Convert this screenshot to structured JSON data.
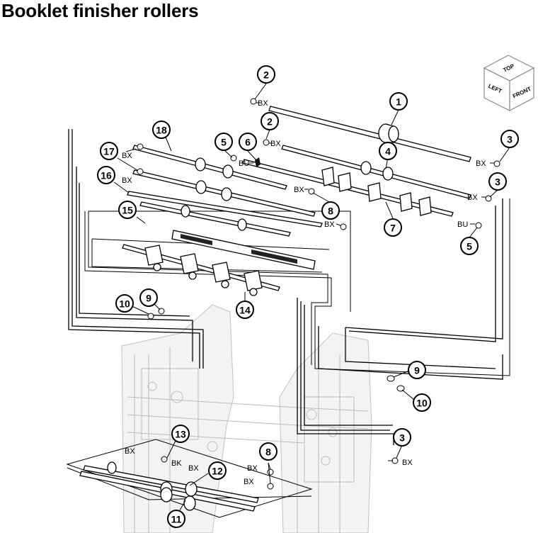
{
  "title": "Booklet finisher rollers",
  "orientation_cube": {
    "top": "TOP",
    "left": "LEFT",
    "front": "FRONT"
  },
  "callouts": [
    {
      "id": "c1",
      "num": "1"
    },
    {
      "id": "c2a",
      "num": "2"
    },
    {
      "id": "c2b",
      "num": "2"
    },
    {
      "id": "c3a",
      "num": "3"
    },
    {
      "id": "c3b",
      "num": "3"
    },
    {
      "id": "c3c",
      "num": "3"
    },
    {
      "id": "c4",
      "num": "4"
    },
    {
      "id": "c5a",
      "num": "5"
    },
    {
      "id": "c5b",
      "num": "5"
    },
    {
      "id": "c6",
      "num": "6"
    },
    {
      "id": "c7",
      "num": "7"
    },
    {
      "id": "c8a",
      "num": "8"
    },
    {
      "id": "c8b",
      "num": "8"
    },
    {
      "id": "c9a",
      "num": "9"
    },
    {
      "id": "c9b",
      "num": "9"
    },
    {
      "id": "c10a",
      "num": "10"
    },
    {
      "id": "c10b",
      "num": "10"
    },
    {
      "id": "c11",
      "num": "11"
    },
    {
      "id": "c12",
      "num": "12"
    },
    {
      "id": "c13",
      "num": "13"
    },
    {
      "id": "c14",
      "num": "14"
    },
    {
      "id": "c15",
      "num": "15"
    },
    {
      "id": "c16",
      "num": "16"
    },
    {
      "id": "c17",
      "num": "17"
    },
    {
      "id": "c18",
      "num": "18"
    }
  ],
  "fastener_labels": {
    "bx": "BX",
    "bu": "BU",
    "bk": "BK"
  }
}
